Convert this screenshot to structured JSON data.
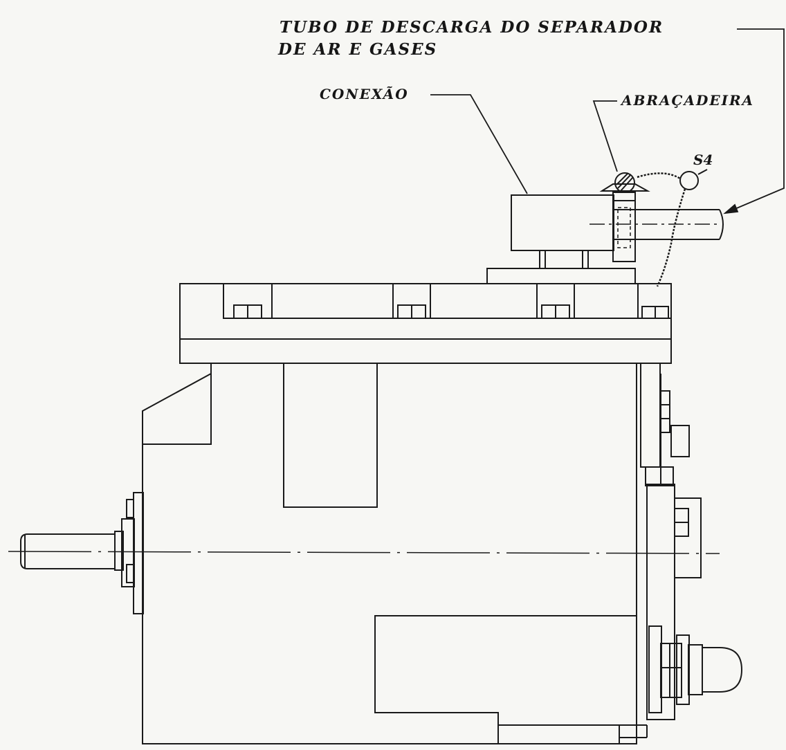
{
  "labels": {
    "tubo_line1": "TUBO DE DESCARGA DO SEPARADOR",
    "tubo_line2": "DE AR E GASES",
    "conexao": "CONEXÃO",
    "abracadeira": "ABRAÇADEIRA",
    "s4": "S4"
  },
  "colors": {
    "line": "#1a1a1a",
    "paper": "#f7f7f4"
  }
}
